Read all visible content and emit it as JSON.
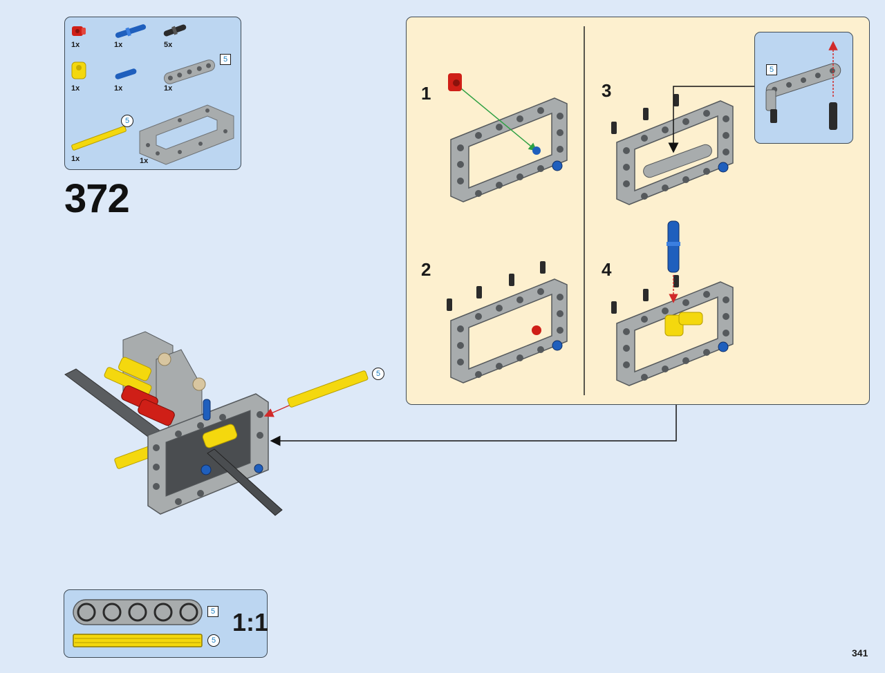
{
  "step_number": "372",
  "page_number": "341",
  "colors": {
    "background": "#dde9f8",
    "callout_blue": "#bcd6f1",
    "substep_panel": "#fdf0cf",
    "light_gray": "#a8acad",
    "dark_gray": "#5a5d60",
    "red": "#cf1f17",
    "blue": "#1f5fbd",
    "yellow": "#f4d80e",
    "arrow_green": "#2ea043",
    "arrow_red": "#d12a2a",
    "length_indicator": "#1b7fc2"
  },
  "parts_list": {
    "items": [
      {
        "icon": "red-bush-icon",
        "quantity": "1x"
      },
      {
        "icon": "blue-long-pin-icon",
        "quantity": "1x"
      },
      {
        "icon": "black-pin-icon",
        "quantity": "5x"
      },
      {
        "icon": "yellow-pin-connector-icon",
        "quantity": "1x"
      },
      {
        "icon": "blue-pin-icon",
        "quantity": "1x"
      },
      {
        "icon": "gray-beam-5-icon",
        "quantity": "1x",
        "length": "5"
      },
      {
        "icon": "yellow-axle-5-icon",
        "quantity": "1x",
        "length": "5"
      },
      {
        "icon": "gray-frame-5x7-icon",
        "quantity": "1x"
      }
    ]
  },
  "sub_steps": [
    {
      "number": "1"
    },
    {
      "number": "2"
    },
    {
      "number": "3"
    },
    {
      "number": "4"
    }
  ],
  "callout": {
    "beam_length": "5"
  },
  "main_assembly": {
    "axle_length": "5"
  },
  "scale_box": {
    "label": "1:1",
    "beam_length": "5",
    "axle_length": "5"
  }
}
